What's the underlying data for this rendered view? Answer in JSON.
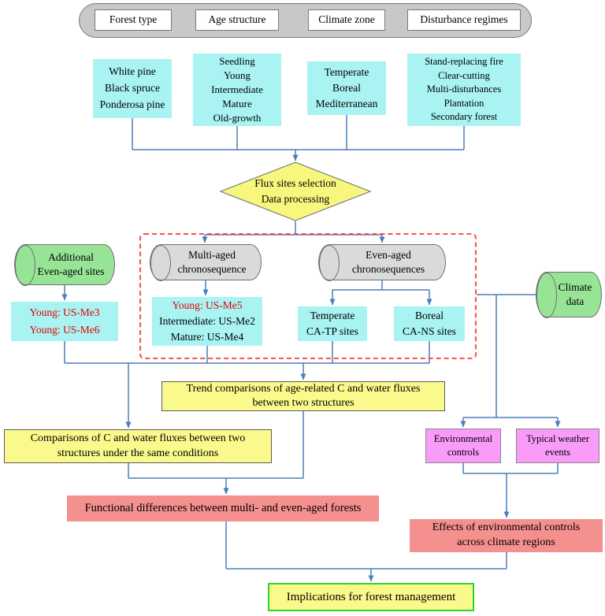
{
  "palette": {
    "cyan_fill": "#A9F3F3",
    "yellow_fill": "#FAFA8C",
    "green_cylinder_fill": "#97E497",
    "gray_cylinder_fill": "#DADADA",
    "header_bar_fill": "#C8C8C8",
    "salmon_fill": "#F4908E",
    "magenta_fill": "#F99BF9",
    "arrow_blue": "#4A7EBB",
    "red_text": "#E60000",
    "dashed_frame_red": "#FF4D4D",
    "implications_border_green": "#2FD32F"
  },
  "header": {
    "categories": [
      "Forest type",
      "Age structure",
      "Climate zone",
      "Disturbance regimes"
    ]
  },
  "options": {
    "forest_type": "White pine\nBlack spruce\nPonderosa pine",
    "age_structure": "Seedling\nYoung\nIntermediate\nMature\nOld-growth",
    "climate_zone": "Temperate\nBoreal\nMediterranean",
    "disturbance_regimes": "Stand-replacing fire\nClear-cutting\nMulti-disturbances\nPlantation\nSecondary forest"
  },
  "process": {
    "flux_selection": "Flux sites selection\nData processing"
  },
  "cylinders": {
    "additional_even_aged": "Additional\nEven-aged sites",
    "multi_aged": "Multi-aged\nchronosequence",
    "even_aged": "Even-aged\nchronosequences",
    "climate_data": "Climate\ndata"
  },
  "sites": {
    "additional": "Young: US-Me3\nYoung: US-Me6",
    "multi_aged_young": "Young: US-Me5",
    "multi_aged_intermediate": "Intermediate: US-Me2",
    "multi_aged_mature": "Mature: US-Me4",
    "temperate": "Temperate\nCA-TP sites",
    "boreal": "Boreal\nCA-NS sites"
  },
  "analysis": {
    "trend": "Trend comparisons of age-related C and water fluxes\nbetween two structures",
    "same_conditions": "Comparisons of C and water fluxes  between two\nstructures under the same conditions",
    "functional": "Functional differences between multi- and even-aged forests",
    "environmental_controls": "Environmental\ncontrols",
    "weather_events": "Typical weather\nevents",
    "effects": "Effects of environmental controls\nacross climate regions",
    "implications": "Implications for forest management"
  }
}
